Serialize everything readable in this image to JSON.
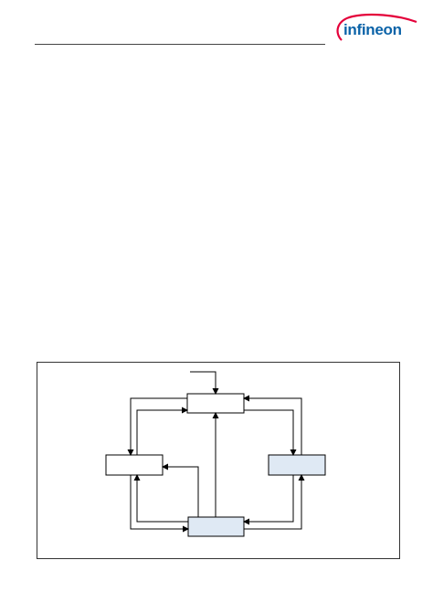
{
  "header": {
    "logo_text": "infineon",
    "brand_color": "#0b63a8",
    "rule_color": "#444444"
  },
  "diagram": {
    "states": [
      {
        "id": "top",
        "label": "",
        "fill": "#ffffff"
      },
      {
        "id": "left",
        "label": "",
        "fill": "#ffffff"
      },
      {
        "id": "right",
        "label": "",
        "fill": "#dfe9f4"
      },
      {
        "id": "bottom",
        "label": "",
        "fill": "#dfe9f4"
      }
    ],
    "transitions": [
      {
        "from": "entry",
        "to": "top"
      },
      {
        "from": "top",
        "to": "left"
      },
      {
        "from": "left",
        "to": "top"
      },
      {
        "from": "top",
        "to": "right"
      },
      {
        "from": "right",
        "to": "top"
      },
      {
        "from": "bottom",
        "to": "top"
      },
      {
        "from": "bottom",
        "to": "left"
      },
      {
        "from": "left",
        "to": "bottom"
      },
      {
        "from": "bottom",
        "to": "right"
      },
      {
        "from": "right",
        "to": "bottom"
      }
    ]
  }
}
